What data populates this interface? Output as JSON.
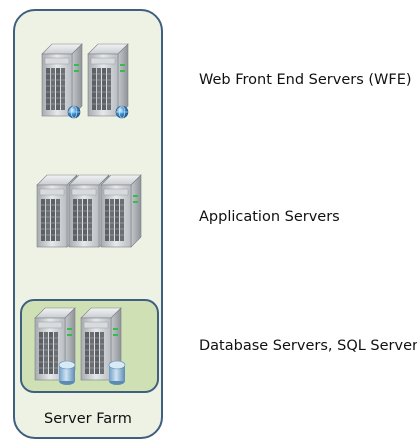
{
  "diagram": {
    "tiers": [
      {
        "label": "Web Front End Servers (WFE)",
        "icon": "web-server-icon"
      },
      {
        "label": "Application Servers",
        "icon": "application-server-icon"
      },
      {
        "label": "Database Servers, SQL Servers",
        "icon": "database-server-icon"
      }
    ],
    "farm_label": "Server Farm"
  },
  "colors": {
    "farm_fill": "#eef2e4",
    "farm_border": "#3f5f80",
    "db_fill": "#cfe0b4"
  }
}
